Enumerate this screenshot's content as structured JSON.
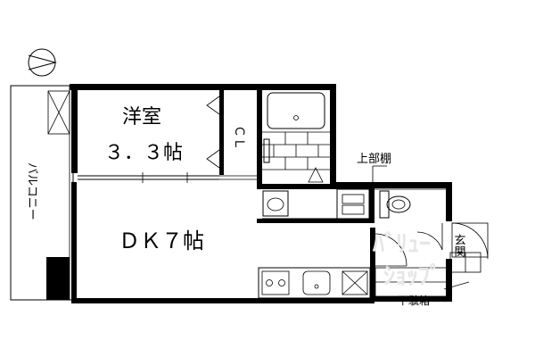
{
  "rooms": {
    "western_room": "洋室",
    "western_room_size": "３．３帖",
    "dk": "ＤＫ７帖",
    "closet": "ＣＬ",
    "balcony": "バルコニー",
    "entrance": "玄関",
    "upper_shelf": "上部棚",
    "shoe_box": "下駄箱"
  },
  "compass": {
    "icon": "north-arrow-icon"
  },
  "watermark": {
    "line1": "ﾊﾞﾘｭｰ",
    "line2": "ｼｮｯﾌﾟ"
  },
  "colors": {
    "wall": "#000000",
    "background": "#ffffff",
    "watermark": "#e6e6e6"
  }
}
